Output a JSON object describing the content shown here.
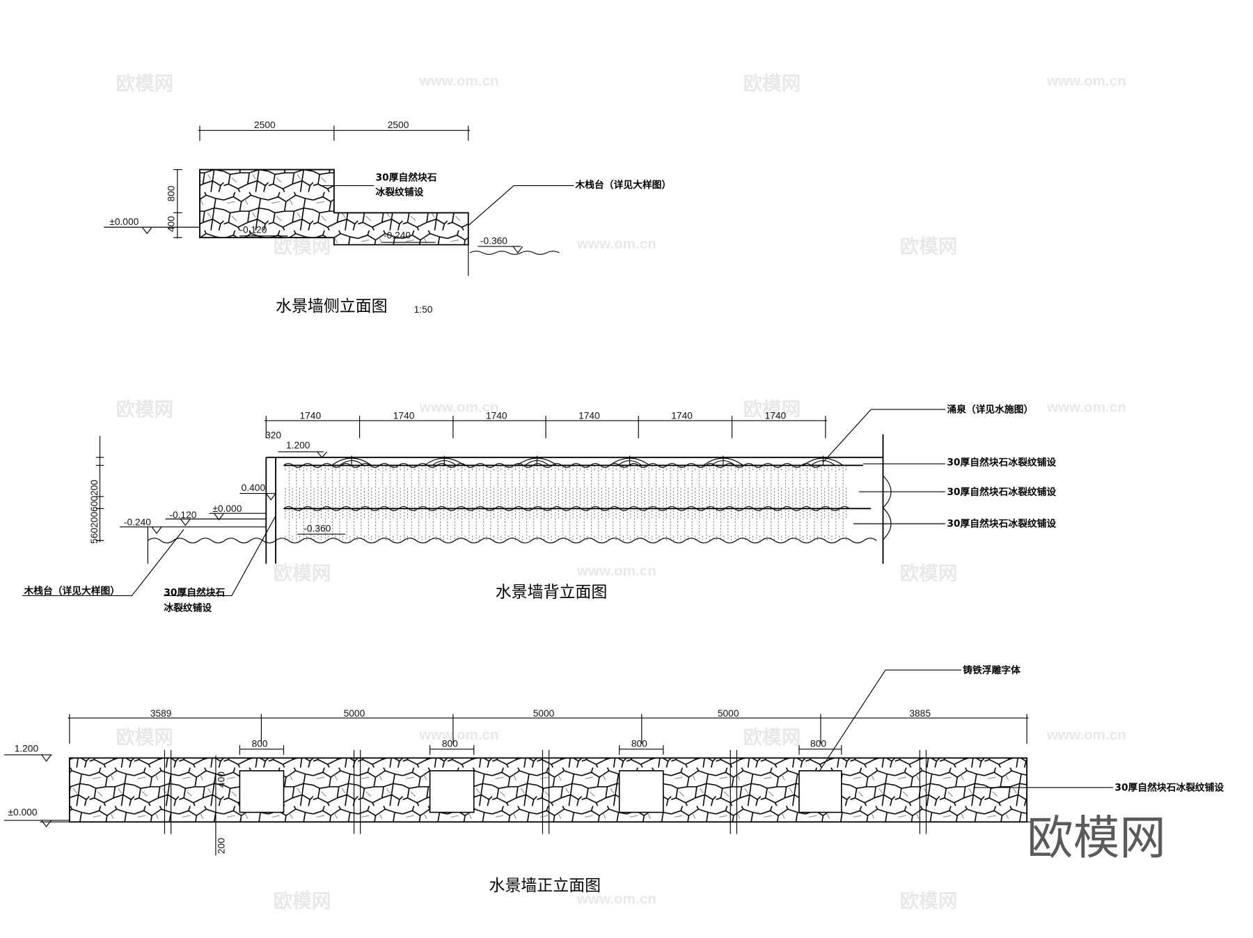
{
  "watermarks": {
    "logo": "欧模网",
    "url": "www.om.cn",
    "big_logo": "欧模网"
  },
  "side_elevation": {
    "title": "水景墙侧立面图",
    "scale": "1:50",
    "dims_horizontal": [
      "2500",
      "2500"
    ],
    "dims_vertical": [
      "800",
      "400"
    ],
    "levels": [
      "±0.000",
      "-0.120",
      "-0.240",
      "-0.360"
    ],
    "label_stone_line1": "30厚自然块石",
    "label_stone_line2": "冰裂纹铺设",
    "label_deck": "木栈台（详见大样图）"
  },
  "back_elevation": {
    "title": "水景墙背立面图",
    "dims_horizontal": [
      "1740",
      "1740",
      "1740",
      "1740",
      "1740",
      "1740"
    ],
    "dim_small": "320",
    "dims_vertical": "560200600200",
    "levels": [
      "1.200",
      "0.400",
      "±0.000",
      "-0.120",
      "-0.240",
      "-0.360"
    ],
    "label_fountain": "涌泉（详见水施图）",
    "labels_right": [
      "30厚自然块石冰裂纹铺设",
      "30厚自然块石冰裂纹铺设",
      "30厚自然块石冰裂纹铺设"
    ],
    "label_deck": "木栈台（详见大样图）",
    "label_stone_line1": "30厚自然块石",
    "label_stone_line2": "冰裂纹铺设"
  },
  "front_elevation": {
    "title": "水景墙正立面图",
    "dims_horizontal": [
      "3589",
      "5000",
      "5000",
      "5000",
      "3885"
    ],
    "dims_opening": [
      "800",
      "800",
      "800",
      "800"
    ],
    "dims_vertical": [
      "400",
      "200"
    ],
    "levels": [
      "1.200",
      "±0.000"
    ],
    "label_cast_iron": "铸铁浮雕字体",
    "label_stone": "30厚自然块石冰裂纹铺设"
  }
}
